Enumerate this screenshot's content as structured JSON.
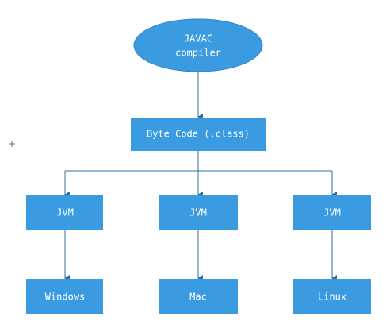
{
  "diagram": {
    "colors": {
      "node_fill": "#3a9be0",
      "edge": "#2d6f9e",
      "text": "#ffffff"
    },
    "compiler": {
      "line1": "JAVAC",
      "line2": "compiler"
    },
    "bytecode": {
      "label": "Byte Code (.class)"
    },
    "jvms": [
      {
        "label": "JVM"
      },
      {
        "label": "JVM"
      },
      {
        "label": "JVM"
      }
    ],
    "platforms": [
      {
        "label": "Windows"
      },
      {
        "label": "Mac"
      },
      {
        "label": "Linux"
      }
    ]
  }
}
